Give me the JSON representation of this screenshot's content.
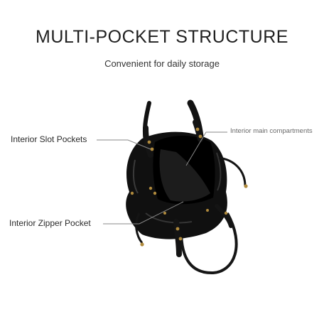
{
  "header": {
    "title": "MULTI-POCKET STRUCTURE",
    "subtitle": "Convenient for daily storage"
  },
  "callouts": {
    "slot_pockets": "Interior Slot Pockets",
    "zipper_pocket": "Interior Zipper Pocket",
    "main_compartments": "Interior main compartments"
  },
  "colors": {
    "background": "#ffffff",
    "bag_leather": "#0f0f0f",
    "hardware": "#b08a3c",
    "callout_line": "#8a8a8a"
  }
}
